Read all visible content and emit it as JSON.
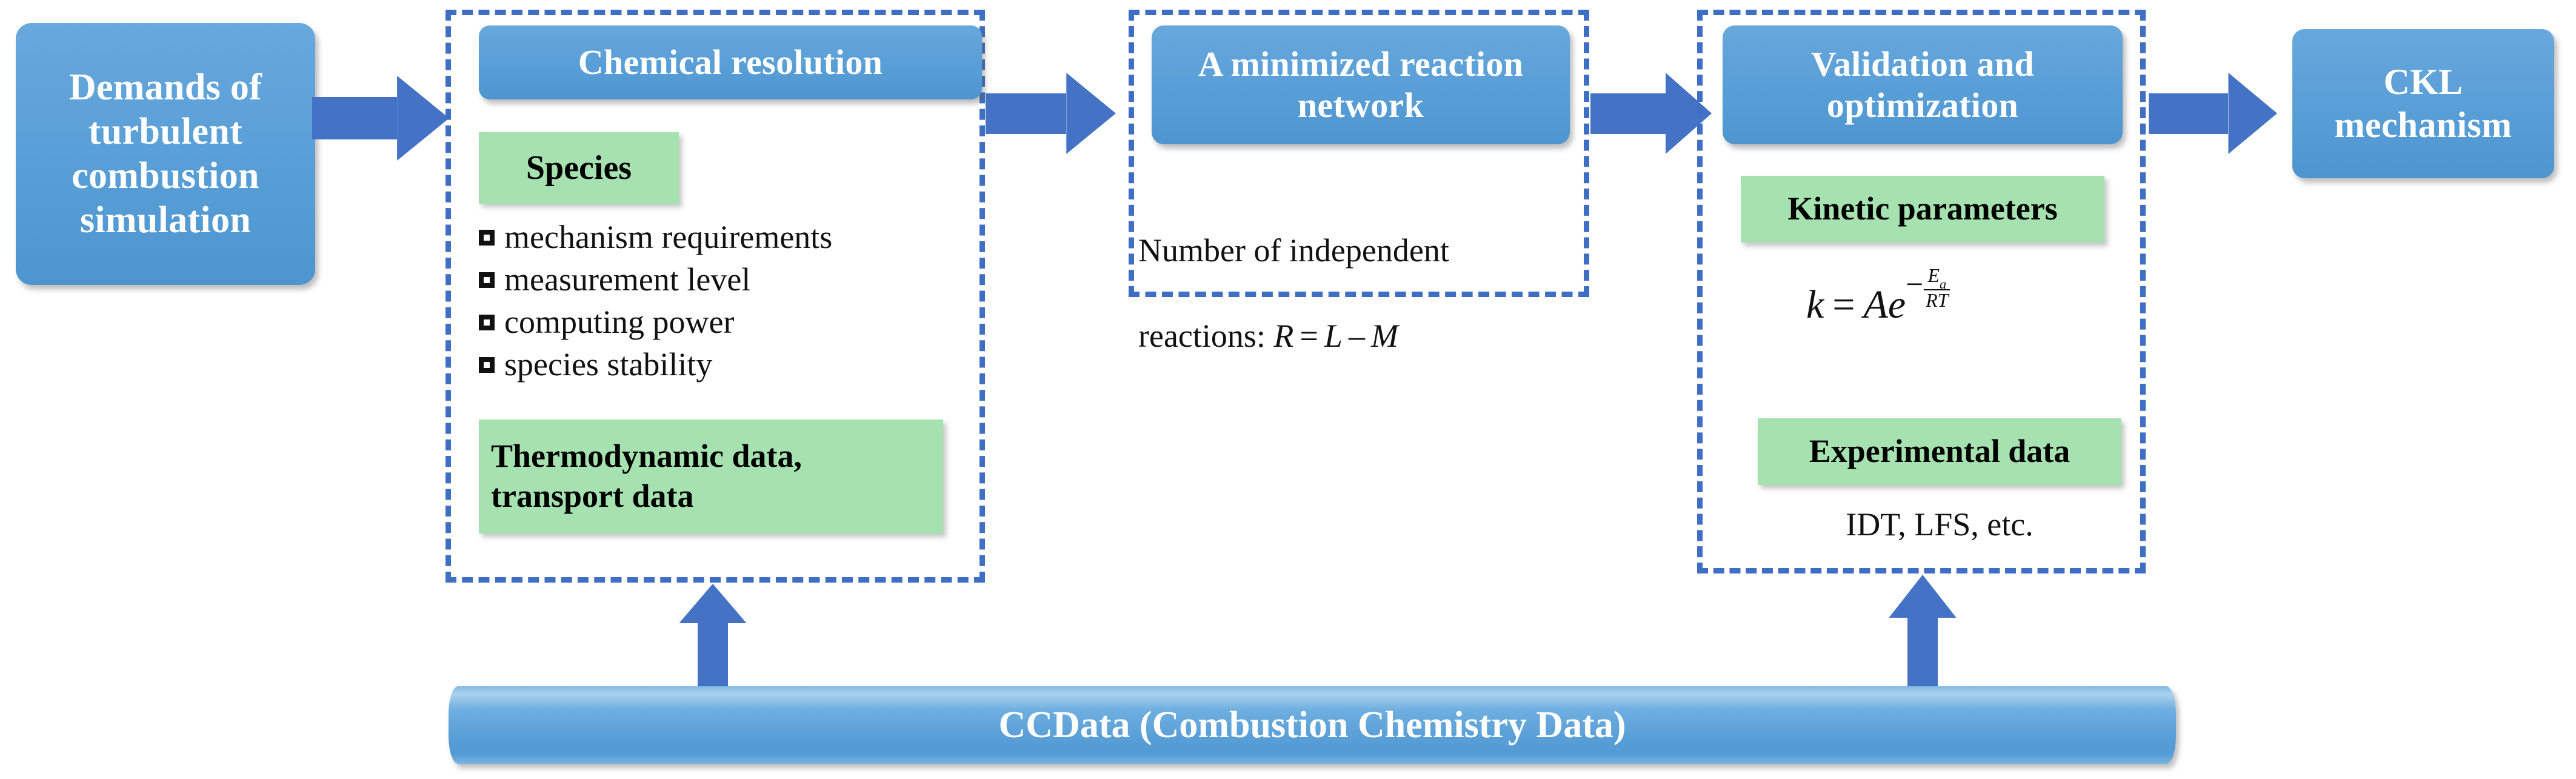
{
  "diagram": {
    "title": "CKL mechanism development workflow",
    "colors": {
      "box_blue": "#5BA0D8",
      "arrow_blue": "#4472C4",
      "dashed_blue": "#3E6FC4",
      "chip_green": "#A5E2B0",
      "text_on_blue": "#FFFFFF",
      "text_dark": "#111111",
      "background": "#FFFFFF"
    },
    "stages": {
      "demands": {
        "label": "Demands of\nturbulent\ncombustion\nsimulation"
      },
      "chemical_resolution": {
        "header": "Chemical resolution",
        "species_chip": "Species",
        "criteria": [
          "mechanism requirements",
          "measurement level",
          "computing power",
          "species stability"
        ],
        "data_chip": "Thermodynamic data,\ntransport data"
      },
      "minimized_network": {
        "header": "A minimized\nreaction network",
        "note_line1": "Number of independent",
        "note_line2_prefix": "reactions: ",
        "equation": {
          "lhs": "R",
          "eq": "=",
          "rhs_a": "L",
          "minus": "–",
          "rhs_b": "M",
          "text": "R = L – M"
        }
      },
      "validation": {
        "header": "Validation and\noptimization",
        "kinetic_chip": "Kinetic parameters",
        "arrhenius": {
          "k": "k",
          "eq": "=",
          "A": "A",
          "e": "e",
          "minus": "−",
          "numerator": "E",
          "numerator_sub": "a",
          "denominator": "RT",
          "text": "k = Ae^(-Ea/RT)"
        },
        "experimental_chip": "Experimental data",
        "experimental_note": "IDT, LFS, etc."
      },
      "ckl": {
        "label": "CKL\nmechanism"
      }
    },
    "foundation": {
      "label": "CCData (Combustion Chemistry Data)"
    },
    "connectors": {
      "flow_arrows": [
        {
          "name": "demands-to-chemical-resolution",
          "direction": "right"
        },
        {
          "name": "chemical-resolution-to-minimized-network",
          "direction": "right"
        },
        {
          "name": "minimized-network-to-validation",
          "direction": "right"
        },
        {
          "name": "validation-to-ckl",
          "direction": "right"
        }
      ],
      "feed_arrows": [
        {
          "name": "ccdata-to-chemical-resolution",
          "direction": "up"
        },
        {
          "name": "ccdata-to-validation",
          "direction": "up"
        }
      ]
    }
  }
}
